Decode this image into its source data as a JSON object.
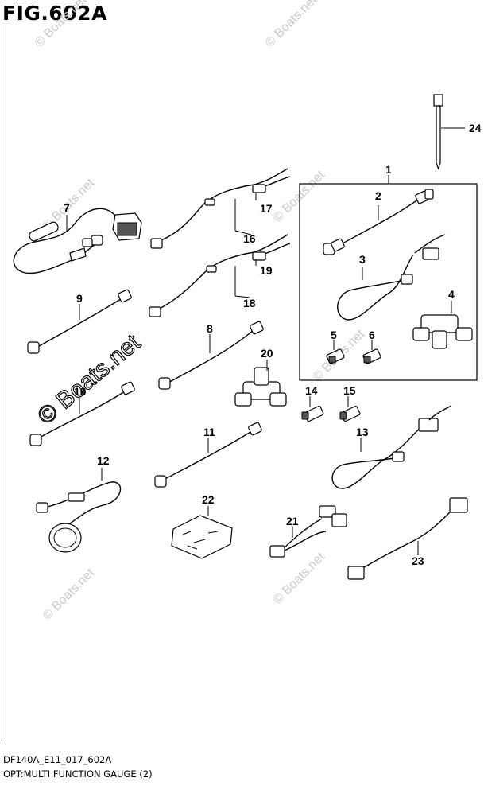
{
  "figure": {
    "title": "FIG.602A",
    "model_code": "DF140A_E11_017_602A",
    "caption": "OPT:MULTI FUNCTION GAUGE (2)"
  },
  "watermark": {
    "text": "© Boats.net",
    "large_text": "© Boats.net"
  },
  "callouts": [
    "1",
    "2",
    "3",
    "4",
    "5",
    "6",
    "7",
    "8",
    "9",
    "10",
    "11",
    "12",
    "13",
    "14",
    "15",
    "16",
    "17",
    "18",
    "19",
    "20",
    "21",
    "22",
    "23",
    "24"
  ],
  "colors": {
    "line": "#000000",
    "watermark": "#c9c9c9",
    "background": "#ffffff"
  }
}
